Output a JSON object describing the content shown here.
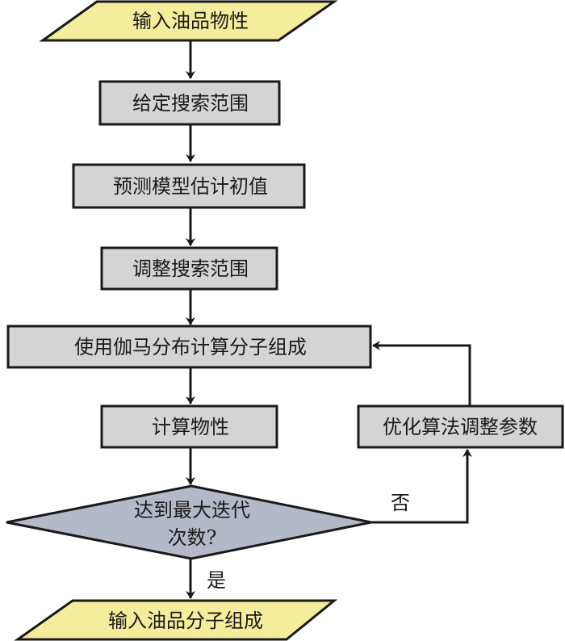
{
  "diagram": {
    "nodes": [
      {
        "id": "input_props",
        "type": "io",
        "label": "输入油品物性"
      },
      {
        "id": "set_range",
        "type": "process",
        "label": "给定搜索范围"
      },
      {
        "id": "predict_init",
        "type": "process",
        "label": "预测模型估计初值"
      },
      {
        "id": "adjust_range",
        "type": "process",
        "label": "调整搜索范围"
      },
      {
        "id": "gamma_calc",
        "type": "process",
        "label": "使用伽马分布计算分子组成"
      },
      {
        "id": "calc_props",
        "type": "process",
        "label": "计算物性"
      },
      {
        "id": "max_iter",
        "type": "decision",
        "label_line1": "达到最大迭代",
        "label_line2": "次数?"
      },
      {
        "id": "opt_adjust",
        "type": "process",
        "label": "优化算法调整参数"
      },
      {
        "id": "output_comp",
        "type": "io",
        "label": "输入油品分子组成"
      }
    ],
    "edges": [
      {
        "from": "input_props",
        "to": "set_range",
        "label": ""
      },
      {
        "from": "set_range",
        "to": "predict_init",
        "label": ""
      },
      {
        "from": "predict_init",
        "to": "adjust_range",
        "label": ""
      },
      {
        "from": "adjust_range",
        "to": "gamma_calc",
        "label": ""
      },
      {
        "from": "gamma_calc",
        "to": "calc_props",
        "label": ""
      },
      {
        "from": "calc_props",
        "to": "max_iter",
        "label": ""
      },
      {
        "from": "max_iter",
        "to": "opt_adjust",
        "label": "否"
      },
      {
        "from": "opt_adjust",
        "to": "gamma_calc",
        "label": ""
      },
      {
        "from": "max_iter",
        "to": "output_comp",
        "label": "是"
      }
    ],
    "edge_labels": {
      "no": "否",
      "yes": "是"
    },
    "colors": {
      "io_fill": "#f4ee9c",
      "process_fill": "#d4d4d4",
      "decision_fill": "#b3b9c6",
      "stroke": "#1a1a1a"
    }
  }
}
